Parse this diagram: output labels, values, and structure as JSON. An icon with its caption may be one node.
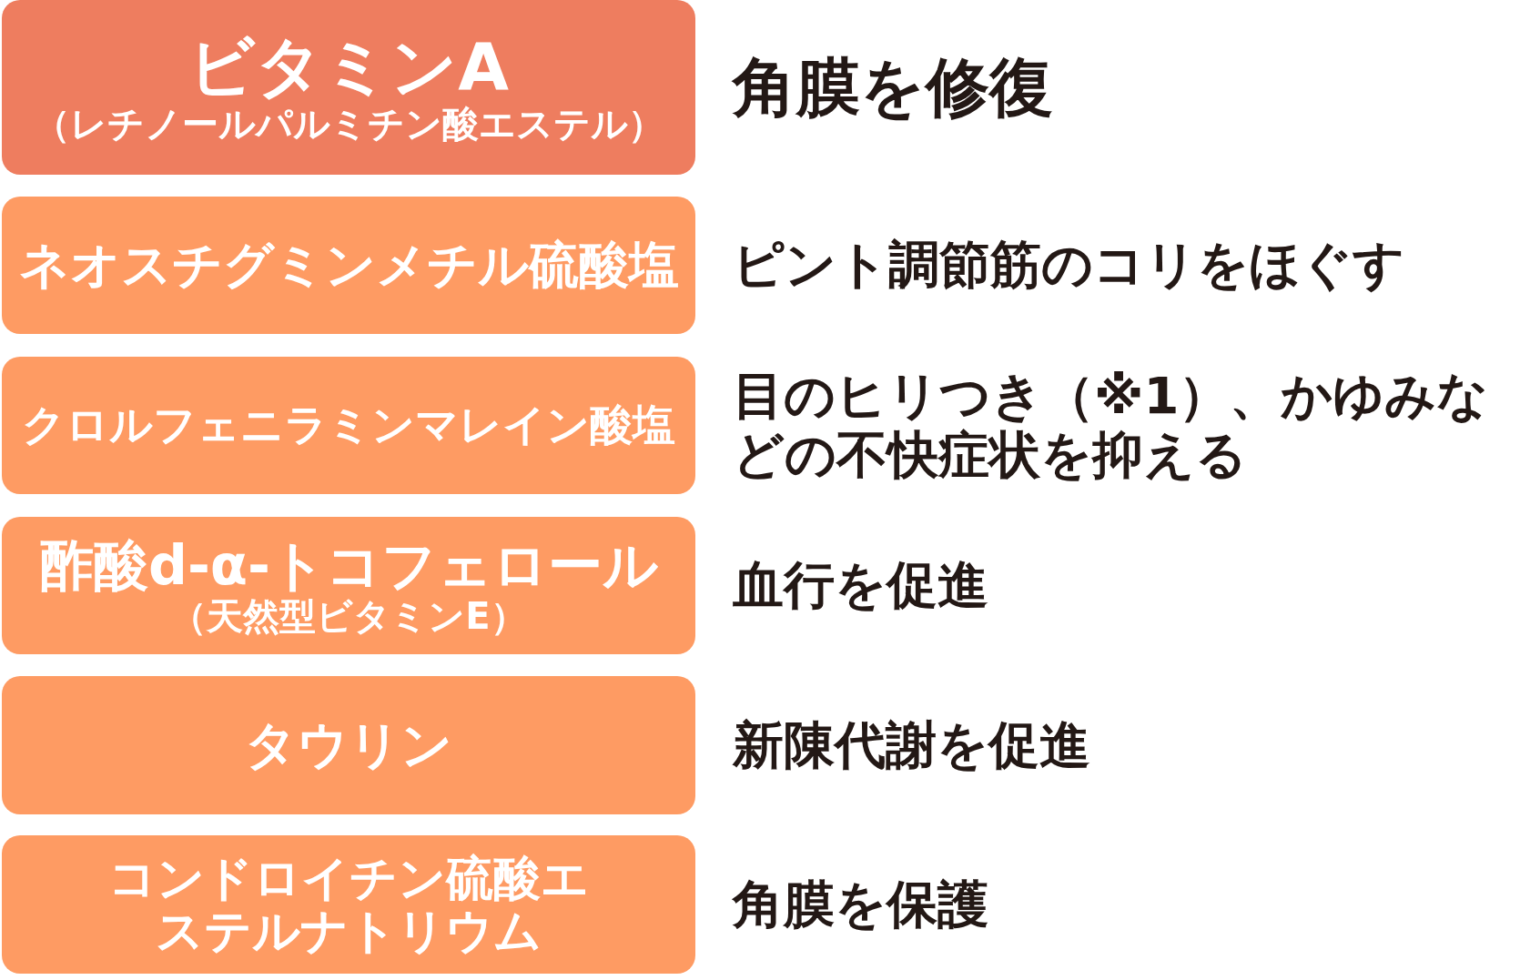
{
  "diagram": {
    "nodes": [
      {
        "text": [
          "ビタミンA",
          "（レチノールパルミチン酸エステル）"
        ],
        "beside": [
          "角膜を修復"
        ]
      },
      {
        "text": [
          "ネオスチグミンメチル硫酸塩"
        ],
        "beside": [
          "ピント調節筋のコリをほぐす"
        ]
      },
      {
        "text": [
          "クロルフェニラミンマレイン酸塩"
        ],
        "beside": [
          "目のヒリつき（※1）、かゆみなどの不快症状を抑える"
        ]
      },
      {
        "text": [
          "酢酸d-α-トコフェロール",
          "（天然型ビタミンE）"
        ],
        "beside": [
          "血行を促進"
        ]
      },
      {
        "text": [
          "タウリン"
        ],
        "beside": [
          "新陳代謝を促進"
        ]
      },
      {
        "text": [
          "コンドロイチン硫酸エステルナトリウム"
        ],
        "beside": [
          "角膜を保護"
        ]
      }
    ]
  }
}
